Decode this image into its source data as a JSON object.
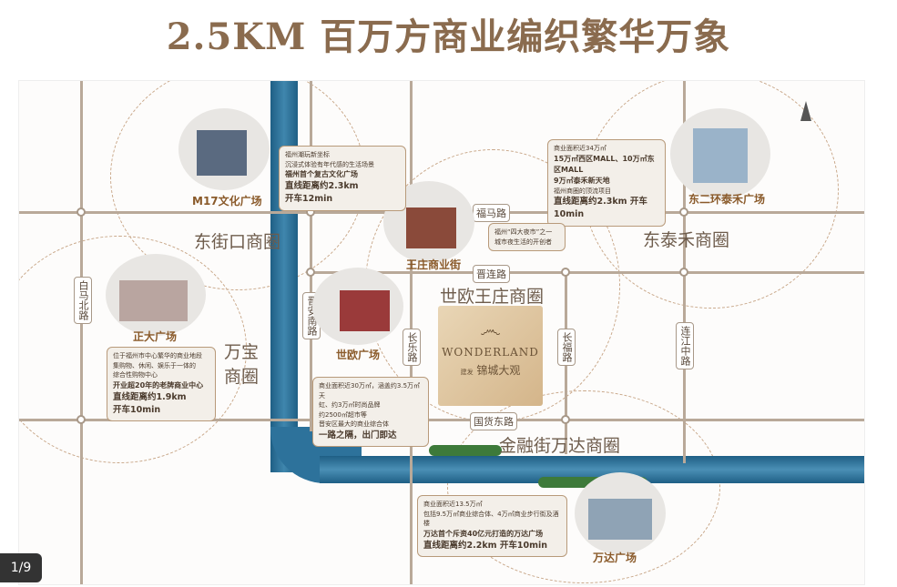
{
  "title": "2.5KM  百万方商业编织繁华万象",
  "zones": {
    "dongjiekou": "东街口商圈",
    "dongtaihe": "东泰禾商圈",
    "shiou": "世欧王庄商圈",
    "wanbao_1": "万宝",
    "wanbao_2": "商圈",
    "jinrongjie": "金融街万达商圈"
  },
  "roads": {
    "fuma": "福马路",
    "jinlian": "晋连路",
    "guohuo": "国货东路",
    "baima": "白马北路",
    "jinan": "晋安南路",
    "changle": "长乐路",
    "changfu": "长福路",
    "lianjiang": "连江中路"
  },
  "places": {
    "m17": "M17文化广场",
    "wangzhuang": "王庄商业街",
    "dongerhuan": "东二环泰禾广场",
    "zhengda": "正大广场",
    "shiou": "世欧广场",
    "wanda": "万达广场"
  },
  "info": {
    "m17": [
      "福州潮玩新坐标",
      "沉浸式体验有年代感的生活场景",
      "福州首个复古文化广场",
      "直线距离约2.3km",
      "开车12min"
    ],
    "taihe": [
      "商业面积近34万㎡",
      "15万㎡西区MALL、10万㎡东区MALL",
      "9万㎡泰禾新天地",
      "福州商圈的顶流项目",
      "直线距离约2.3km 开车10min"
    ],
    "wangzhuang": [
      "福州“四大夜市”之一",
      "城市夜生活的开创者"
    ],
    "zhengda": [
      "位于福州市中心繁华的商业地段",
      "集购物、休闲、娱乐于一体的",
      "综合性购物中心",
      "开业超20年的老牌商业中心",
      "直线距离约1.9km",
      "开车10min"
    ],
    "shiou": [
      "商业面积近30万㎡，涵盖约3.5万㎡天",
      "虹、约3万㎡时尚品牌",
      "约2500㎡超市等",
      "晋安区最大的商业综合体",
      "一路之隔，出门即达"
    ],
    "wanda": [
      "商业面积近13.5万㎡",
      "包括9.5万㎡商业综合体、4万㎡商业步行街及酒楼",
      "万达首个斥资40亿元打造的万达广场",
      "直线距离约2.2km 开车10min"
    ]
  },
  "logo": {
    "en": "WONDERLAND",
    "cn": "锦城大观",
    "small": "建发"
  },
  "counter": "1/9",
  "colors": {
    "title": "#8a6b4e",
    "river": "#2d729b",
    "road": "#b9a999"
  }
}
